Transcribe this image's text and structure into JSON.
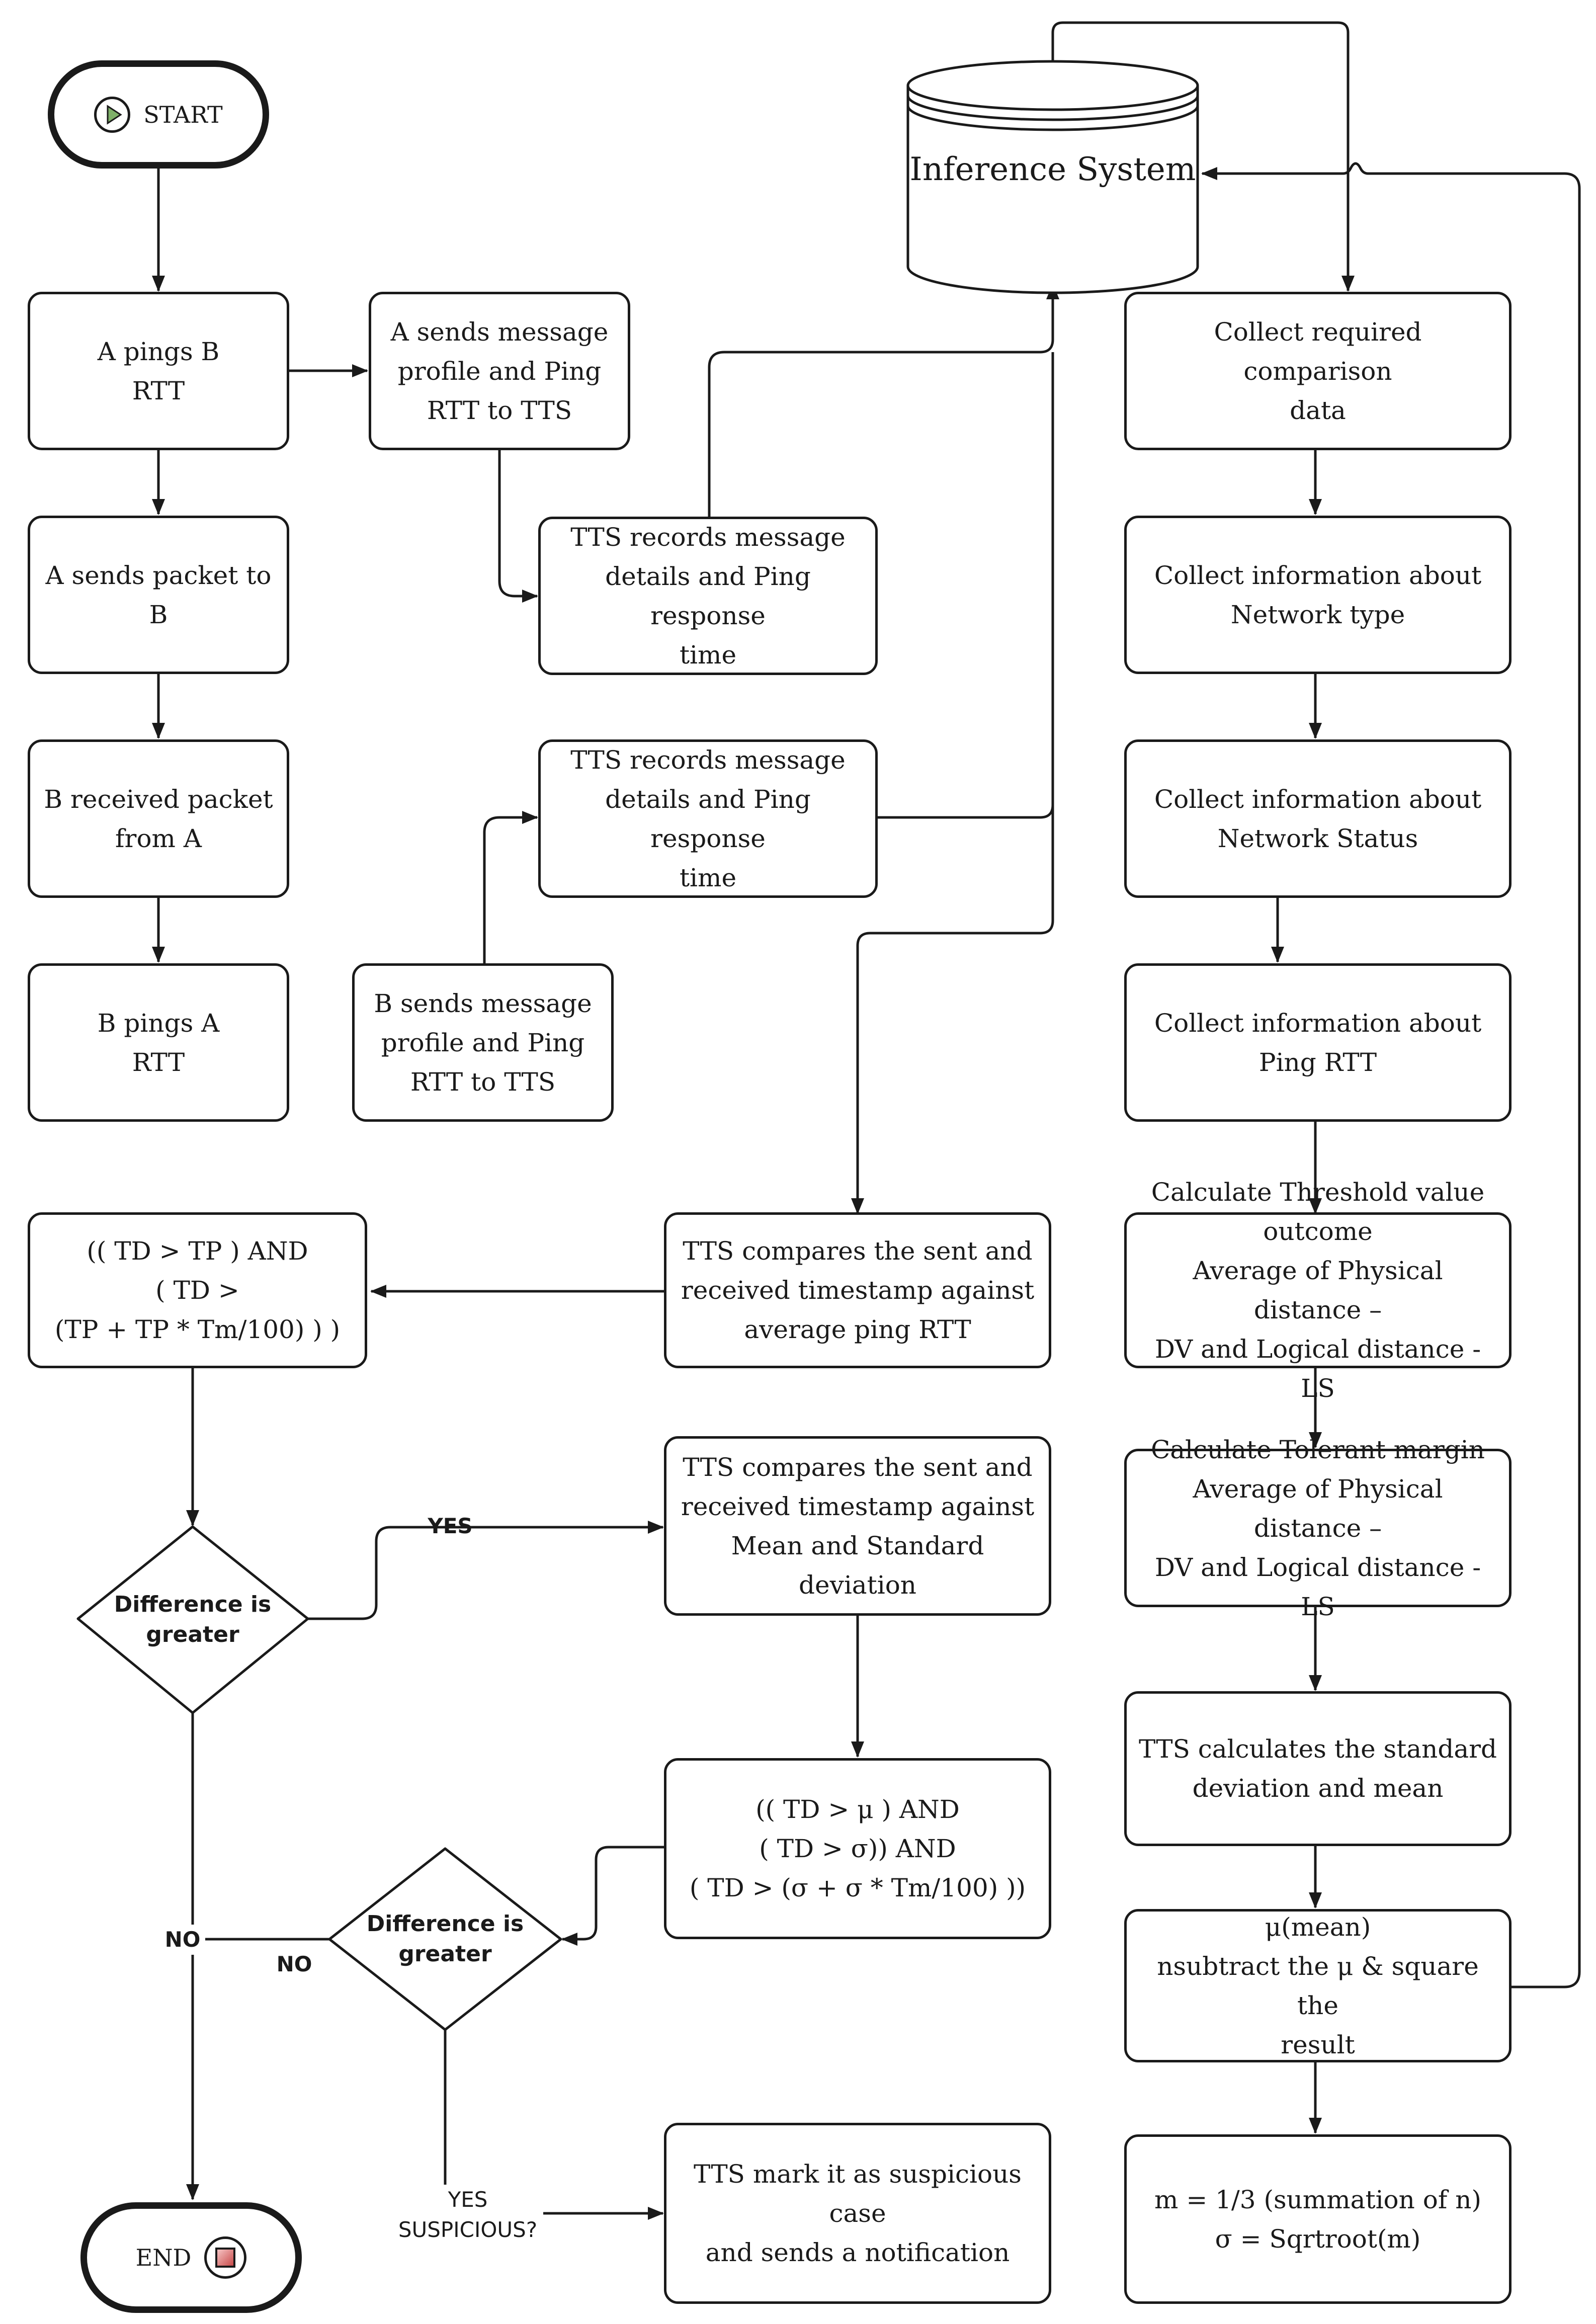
{
  "flowchart": {
    "start_label": "START",
    "end_label": "END",
    "database_label": "Inference System",
    "left_column": [
      "A pings B\nRTT",
      "A sends packet to B",
      "B received packet\nfrom A",
      "B pings A\nRTT"
    ],
    "middle_top": {
      "a_sends_profile": "A sends message\nprofile and Ping\nRTT to TTS",
      "tts_records_1": "TTS records message\ndetails and Ping response\ntime",
      "tts_records_2": "TTS records message\ndetails and Ping response\ntime",
      "b_sends_profile": "B sends message\nprofile and Ping\nRTT to TTS"
    },
    "condition_1": "(( TD > TP ) AND\n( TD >\n(TP + TP * Tm/100) ) )",
    "tts_compare_avg": "TTS compares the sent and\nreceived timestamp against\naverage ping RTT",
    "tts_compare_mean": "TTS compares the sent and\nreceived timestamp against\nMean and Standard deviation",
    "condition_2": "(( TD > μ ) AND\n( TD > σ)) AND\n( TD > (σ + σ * Tm/100) ))",
    "decision_1": "Difference is\ngreater",
    "decision_2": "Difference is\ngreater",
    "tts_mark": "TTS mark it as suspicious case\nand sends a notification",
    "labels": {
      "yes_1": "YES",
      "no_1": "NO",
      "no_2": "NO",
      "yes_suspicious": "YES\nSUSPICIOUS?"
    },
    "right_column": [
      "Collect required comparison\ndata",
      "Collect information about\nNetwork type",
      "Collect information about\nNetwork Status",
      "Collect information about\nPing RTT",
      "Calculate Threshold value\noutcome\nAverage of Physical distance –\nDV and Logical distance - LS",
      "Calculate Tolerant margin\nAverage of Physical distance –\nDV and Logical distance - LS",
      "TTS calculates the standard\ndeviation and mean",
      "μ(mean)\nnsubtract the μ & square the\nresult",
      "m = 1/3 (summation of n)\nσ = Sqrtroot(m)"
    ]
  },
  "colors": {
    "stroke": "#1a1a1a",
    "start_icon": "#7fb069",
    "end_icon": "#e8a0a0"
  }
}
